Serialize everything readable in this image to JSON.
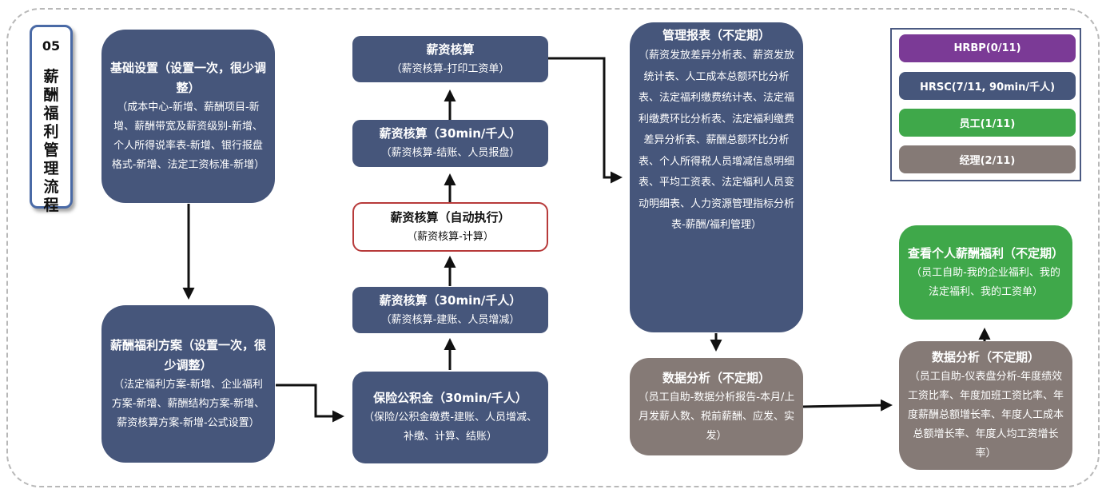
{
  "section": {
    "number": "05",
    "title": "薪酬福利管理流程"
  },
  "legend": [
    {
      "label": "HRBP(0/11)",
      "color": "#7b3a96"
    },
    {
      "label": "HRSC(7/11, 90min/千人)",
      "color": "#46567b"
    },
    {
      "label": "员工(1/11)",
      "color": "#3fa84a"
    },
    {
      "label": "经理(2/11)",
      "color": "#857a76"
    }
  ],
  "nodes": {
    "basic_settings": {
      "title": "基础设置（设置一次，很少调整）",
      "desc": "（成本中心-新增、薪酬项目-新增、薪酬带宽及薪资级别-新增、个人所得说率表-新增、银行报盘格式-新增、法定工资标准-新增）"
    },
    "comp_plan": {
      "title": "薪酬福利方案（设置一次，很少调整）",
      "desc": "（法定福利方案-新增、企业福利方案-新增、薪酬结构方案-新增、薪资核算方案-新增-公式设置）"
    },
    "insurance": {
      "title": "保险公积金（30min/千人）",
      "desc": "（保险/公积金缴费-建账、人员增减、补缴、计算、结账）"
    },
    "payroll_setup": {
      "title": "薪资核算（30min/千人）",
      "desc": "（薪资核算-建账、人员增减）"
    },
    "payroll_auto": {
      "title": "薪资核算（自动执行）",
      "desc": "（薪资核算-计算）"
    },
    "payroll_close": {
      "title": "薪资核算（30min/千人）",
      "desc": "（薪资核算-结账、人员报盘）"
    },
    "payroll_print": {
      "title": "薪资核算",
      "desc": "（薪资核算-打印工资单）"
    },
    "mgmt_reports": {
      "title": "管理报表（不定期）",
      "desc": "（薪资发放差异分析表、薪资发放统计表、人工成本总额环比分析表、法定福利缴费统计表、法定福利缴费环比分析表、法定福利缴费差异分析表、薪酬总额环比分析表、个人所得税人员增减信息明细表、平均工资表、法定福利人员变动明细表、人力资源管理指标分析表-薪酬/福利管理）"
    },
    "data_analysis_mgr": {
      "title": "数据分析（不定期）",
      "desc": "（员工自助-数据分析报告-本月/上月发薪人数、税前薪酬、应发、实发）"
    },
    "data_analysis_emp": {
      "title": "数据分析（不定期）",
      "desc": "（员工自助-仪表盘分析-年度绩效工资比率、年度加班工资比率、年度薪酬总额增长率、年度人工成本总额增长率、年度人均工资增长率）"
    },
    "view_personal": {
      "title": "查看个人薪酬福利（不定期）",
      "desc": "（员工自助-我的企业福利、我的法定福利、我的工资单）"
    }
  }
}
